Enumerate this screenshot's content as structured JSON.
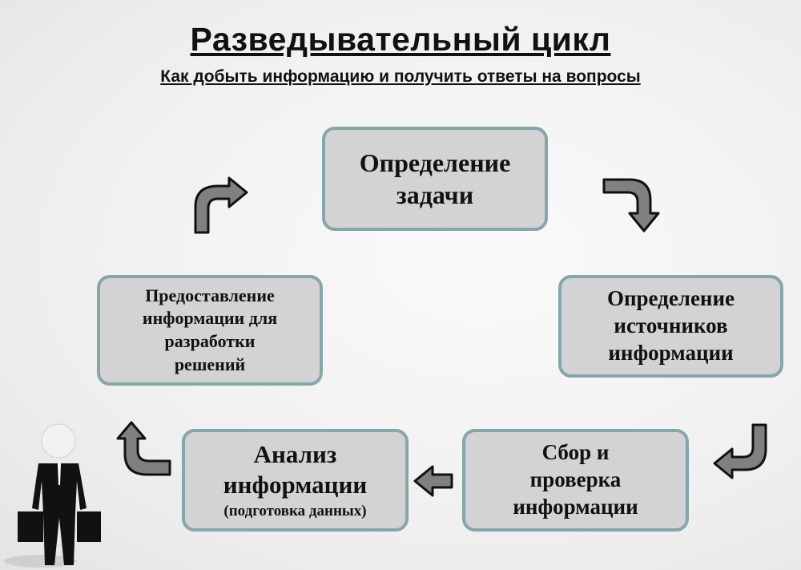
{
  "title": "Разведывательный цикл",
  "subtitle": "Как добыть информацию и получить ответы на вопросы",
  "steps": [
    {
      "lines": [
        "Определение",
        "задачи"
      ]
    },
    {
      "lines": [
        "Определение",
        "источников",
        "информации"
      ]
    },
    {
      "lines": [
        "Сбор и",
        "проверка",
        "информации"
      ]
    },
    {
      "lines": [
        "Анализ",
        "информации"
      ],
      "note": "(подготовка данных)"
    },
    {
      "lines": [
        "Предоставление",
        "информации для",
        "разработки",
        "решений"
      ]
    }
  ],
  "colors": {
    "box_fill": "#d3d3d3",
    "box_border": "#87a6a9",
    "arrow_fill": "#808080"
  }
}
